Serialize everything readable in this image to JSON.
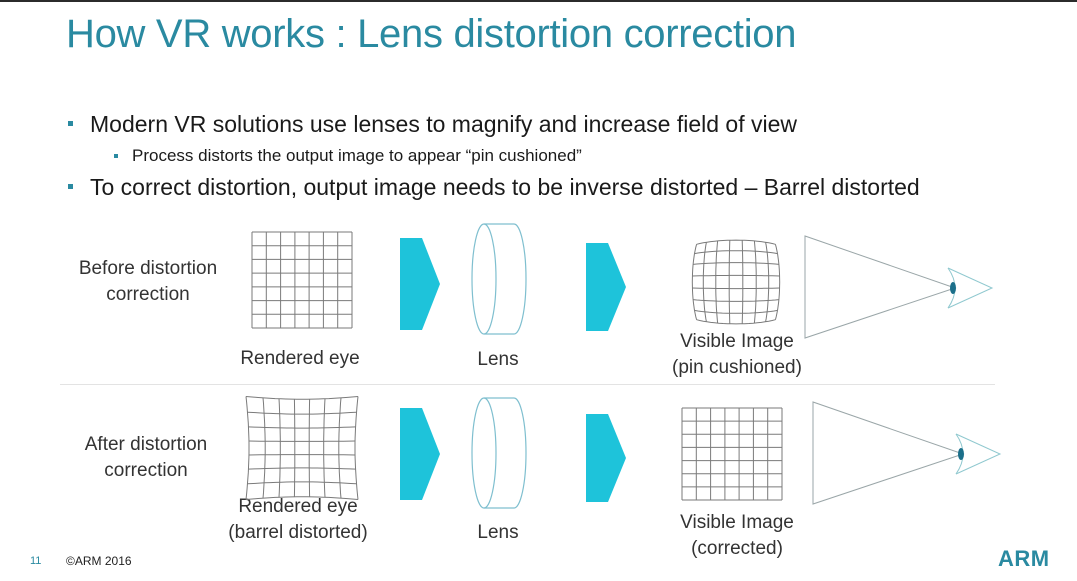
{
  "title": "How VR works : Lens distortion correction",
  "bullets": [
    "Modern VR solutions use lenses to magnify and increase field of view",
    "Process distorts the output image to appear “pin cushioned”",
    "To correct distortion, output image needs to be inverse distorted – Barrel distorted"
  ],
  "rows": [
    {
      "label_lines": [
        "Before distortion",
        "correction"
      ],
      "rendered_caption": [
        "Rendered eye"
      ],
      "lens_caption": "Lens",
      "visible_caption": [
        "Visible Image",
        "(pin cushioned)"
      ]
    },
    {
      "label_lines": [
        "After distortion",
        "correction"
      ],
      "rendered_caption": [
        "Rendered eye",
        "(barrel distorted)"
      ],
      "lens_caption": "Lens",
      "visible_caption": [
        "Visible Image",
        "(corrected)"
      ]
    }
  ],
  "colors": {
    "accent": "#2a8aa1",
    "arrow": "#1ec3da"
  },
  "footer": {
    "slide_number": "11",
    "copyright": "©ARM 2016",
    "logo": "ARM"
  }
}
